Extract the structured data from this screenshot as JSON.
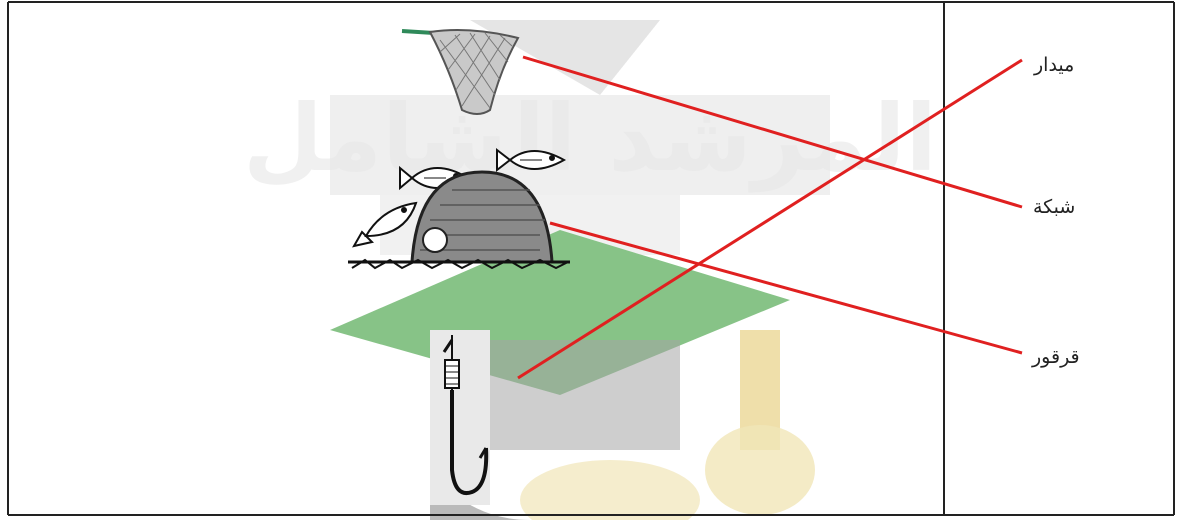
{
  "worksheet": {
    "labels": [
      {
        "id": "midar",
        "text": "ميدار"
      },
      {
        "id": "shabaka",
        "text": "شبكة"
      },
      {
        "id": "qarqour",
        "text": "قرقور"
      }
    ],
    "watermark": {
      "text": "المرشد الشامل"
    },
    "colors": {
      "line": "#e02020",
      "border": "#222222",
      "watermark_gray": "#d7d7d7",
      "watermark_green": "#6ab46a",
      "watermark_gold": "#e8d28a",
      "net_rim": "#2f8a5a"
    },
    "matches": [
      {
        "image": "fishing-net",
        "label": "شبكة"
      },
      {
        "image": "fish-trap",
        "label": "قرقور"
      },
      {
        "image": "fishing-hook",
        "label": "ميدار"
      }
    ]
  }
}
